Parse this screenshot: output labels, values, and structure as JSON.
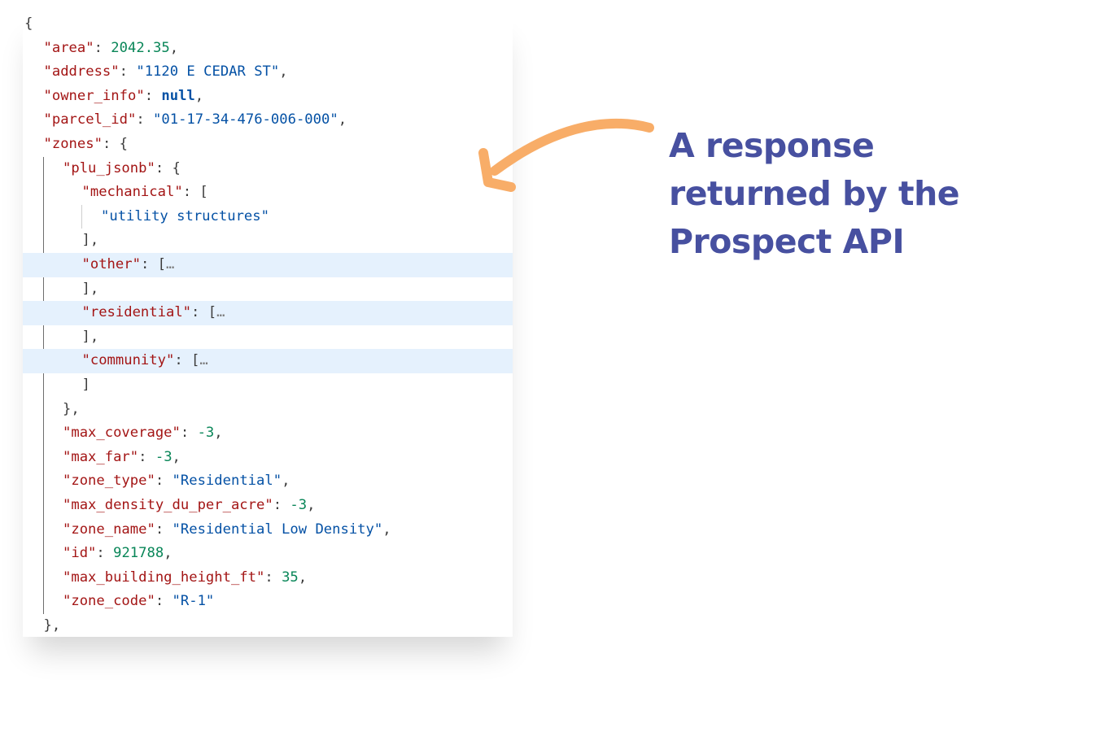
{
  "json_view": {
    "lines": [
      {
        "indent": 0,
        "tokens": [
          {
            "t": "{",
            "c": "punc"
          }
        ]
      },
      {
        "indent": 1,
        "tokens": [
          {
            "t": "\"area\"",
            "c": "key"
          },
          {
            "t": ": ",
            "c": "punc"
          },
          {
            "t": "2042.35",
            "c": "num"
          },
          {
            "t": ",",
            "c": "punc"
          }
        ]
      },
      {
        "indent": 1,
        "tokens": [
          {
            "t": "\"address\"",
            "c": "key"
          },
          {
            "t": ": ",
            "c": "punc"
          },
          {
            "t": "\"1120 E CEDAR ST\"",
            "c": "str"
          },
          {
            "t": ",",
            "c": "punc"
          }
        ]
      },
      {
        "indent": 1,
        "tokens": [
          {
            "t": "\"owner_info\"",
            "c": "key"
          },
          {
            "t": ": ",
            "c": "punc"
          },
          {
            "t": "null",
            "c": "kw"
          },
          {
            "t": ",",
            "c": "punc"
          }
        ]
      },
      {
        "indent": 1,
        "tokens": [
          {
            "t": "\"parcel_id\"",
            "c": "key"
          },
          {
            "t": ": ",
            "c": "punc"
          },
          {
            "t": "\"01-17-34-476-006-000\"",
            "c": "str"
          },
          {
            "t": ",",
            "c": "punc"
          }
        ]
      },
      {
        "indent": 1,
        "tokens": [
          {
            "t": "\"zones\"",
            "c": "key"
          },
          {
            "t": ": {",
            "c": "punc"
          }
        ]
      },
      {
        "indent": 2,
        "tokens": [
          {
            "t": "\"plu_jsonb\"",
            "c": "key"
          },
          {
            "t": ": {",
            "c": "punc"
          }
        ]
      },
      {
        "indent": 3,
        "tokens": [
          {
            "t": "\"mechanical\"",
            "c": "key"
          },
          {
            "t": ": [",
            "c": "punc"
          }
        ]
      },
      {
        "indent": 4,
        "tokens": [
          {
            "t": "\"utility structures\"",
            "c": "str"
          }
        ]
      },
      {
        "indent": 3,
        "tokens": [
          {
            "t": "],",
            "c": "punc"
          }
        ]
      },
      {
        "indent": 3,
        "highlight": true,
        "tokens": [
          {
            "t": "\"other\"",
            "c": "key"
          },
          {
            "t": ": [",
            "c": "punc"
          },
          {
            "t": "…",
            "c": "dots"
          }
        ]
      },
      {
        "indent": 3,
        "tokens": [
          {
            "t": "],",
            "c": "punc"
          }
        ]
      },
      {
        "indent": 3,
        "highlight": true,
        "tokens": [
          {
            "t": "\"residential\"",
            "c": "key"
          },
          {
            "t": ": [",
            "c": "punc"
          },
          {
            "t": "…",
            "c": "dots"
          }
        ]
      },
      {
        "indent": 3,
        "tokens": [
          {
            "t": "],",
            "c": "punc"
          }
        ]
      },
      {
        "indent": 3,
        "highlight": true,
        "tokens": [
          {
            "t": "\"community\"",
            "c": "key"
          },
          {
            "t": ": [",
            "c": "punc"
          },
          {
            "t": "…",
            "c": "dots"
          }
        ]
      },
      {
        "indent": 3,
        "tokens": [
          {
            "t": "]",
            "c": "punc"
          }
        ]
      },
      {
        "indent": 2,
        "tokens": [
          {
            "t": "},",
            "c": "punc"
          }
        ]
      },
      {
        "indent": 2,
        "tokens": [
          {
            "t": "\"max_coverage\"",
            "c": "key"
          },
          {
            "t": ": ",
            "c": "punc"
          },
          {
            "t": "-3",
            "c": "num"
          },
          {
            "t": ",",
            "c": "punc"
          }
        ]
      },
      {
        "indent": 2,
        "tokens": [
          {
            "t": "\"max_far\"",
            "c": "key"
          },
          {
            "t": ": ",
            "c": "punc"
          },
          {
            "t": "-3",
            "c": "num"
          },
          {
            "t": ",",
            "c": "punc"
          }
        ]
      },
      {
        "indent": 2,
        "tokens": [
          {
            "t": "\"zone_type\"",
            "c": "key"
          },
          {
            "t": ": ",
            "c": "punc"
          },
          {
            "t": "\"Residential\"",
            "c": "str"
          },
          {
            "t": ",",
            "c": "punc"
          }
        ]
      },
      {
        "indent": 2,
        "tokens": [
          {
            "t": "\"max_density_du_per_acre\"",
            "c": "key"
          },
          {
            "t": ": ",
            "c": "punc"
          },
          {
            "t": "-3",
            "c": "num"
          },
          {
            "t": ",",
            "c": "punc"
          }
        ]
      },
      {
        "indent": 2,
        "tokens": [
          {
            "t": "\"zone_name\"",
            "c": "key"
          },
          {
            "t": ": ",
            "c": "punc"
          },
          {
            "t": "\"Residential Low Density\"",
            "c": "str"
          },
          {
            "t": ",",
            "c": "punc"
          }
        ]
      },
      {
        "indent": 2,
        "tokens": [
          {
            "t": "\"id\"",
            "c": "key"
          },
          {
            "t": ": ",
            "c": "punc"
          },
          {
            "t": "921788",
            "c": "num"
          },
          {
            "t": ",",
            "c": "punc"
          }
        ]
      },
      {
        "indent": 2,
        "tokens": [
          {
            "t": "\"max_building_height_ft\"",
            "c": "key"
          },
          {
            "t": ": ",
            "c": "punc"
          },
          {
            "t": "35",
            "c": "num"
          },
          {
            "t": ",",
            "c": "punc"
          }
        ]
      },
      {
        "indent": 2,
        "tokens": [
          {
            "t": "\"zone_code\"",
            "c": "key"
          },
          {
            "t": ": ",
            "c": "punc"
          },
          {
            "t": "\"R-1\"",
            "c": "str"
          }
        ]
      },
      {
        "indent": 1,
        "tokens": [
          {
            "t": "},",
            "c": "punc"
          }
        ]
      }
    ]
  },
  "caption": {
    "line1": "A response",
    "line2": "returned by the",
    "line3": "Prospect API"
  },
  "colors": {
    "key": "#a31515",
    "string": "#0451a5",
    "number": "#098658",
    "highlight": "#e5f1fd",
    "caption": "#4750a0",
    "arrow": "#f8ad68"
  },
  "icons": {
    "arrow": "curved-arrow-icon"
  }
}
